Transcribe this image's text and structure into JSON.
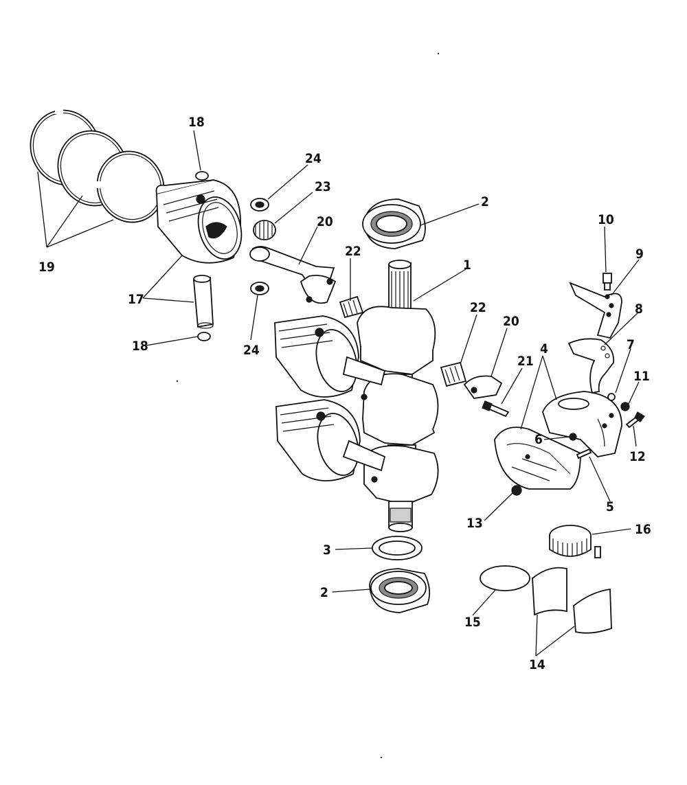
{
  "callouts": {
    "c1": "1",
    "c2a": "2",
    "c2b": "2",
    "c3": "3",
    "c4": "4",
    "c5": "5",
    "c6": "6",
    "c7": "7",
    "c8": "8",
    "c9": "9",
    "c10": "10",
    "c11": "11",
    "c12": "12",
    "c13": "13",
    "c14": "14",
    "c15": "15",
    "c16": "16",
    "c17": "17",
    "c18a": "18",
    "c18b": "18",
    "c19": "19",
    "c20a": "20",
    "c20b": "20",
    "c21": "21",
    "c22a": "22",
    "c22b": "22",
    "c23": "23",
    "c24a": "24",
    "c24b": "24"
  }
}
